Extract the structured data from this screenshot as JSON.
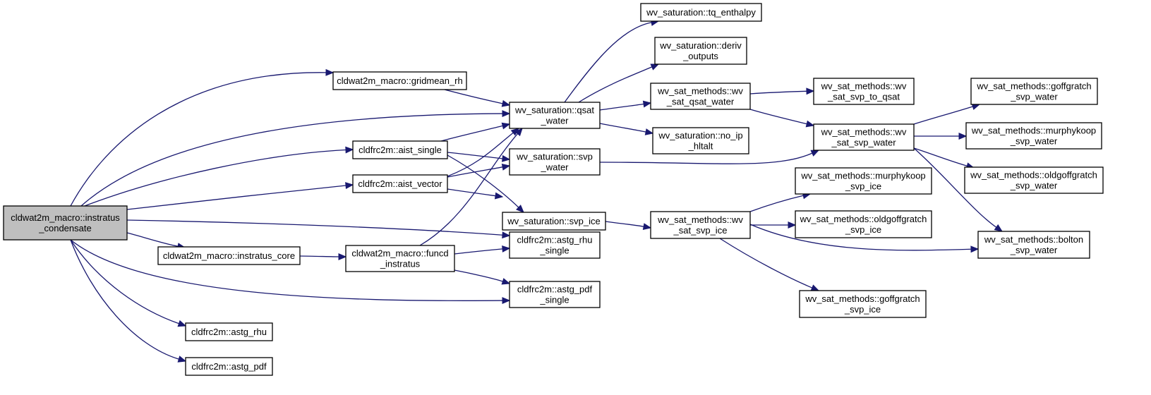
{
  "nodes": [
    {
      "id": "root",
      "lines": [
        "cldwat2m_macro::instratus",
        "_condensate"
      ],
      "highlighted": true
    },
    {
      "id": "gridmean_rh",
      "lines": [
        "cldwat2m_macro::gridmean_rh"
      ]
    },
    {
      "id": "aist_single",
      "lines": [
        "cldfrc2m::aist_single"
      ]
    },
    {
      "id": "aist_vector",
      "lines": [
        "cldfrc2m::aist_vector"
      ]
    },
    {
      "id": "instratus_core",
      "lines": [
        "cldwat2m_macro::instratus_core"
      ]
    },
    {
      "id": "funcd_instratus",
      "lines": [
        "cldwat2m_macro::funcd",
        "_instratus"
      ]
    },
    {
      "id": "astg_rhu",
      "lines": [
        "cldfrc2m::astg_rhu"
      ]
    },
    {
      "id": "astg_pdf",
      "lines": [
        "cldfrc2m::astg_pdf"
      ]
    },
    {
      "id": "qsat_water",
      "lines": [
        "wv_saturation::qsat",
        "_water"
      ]
    },
    {
      "id": "svp_water",
      "lines": [
        "wv_saturation::svp",
        "_water"
      ]
    },
    {
      "id": "svp_ice",
      "lines": [
        "wv_saturation::svp_ice"
      ]
    },
    {
      "id": "astg_rhu_single",
      "lines": [
        "cldfrc2m::astg_rhu",
        "_single"
      ]
    },
    {
      "id": "astg_pdf_single",
      "lines": [
        "cldfrc2m::astg_pdf",
        "_single"
      ]
    },
    {
      "id": "tq_enthalpy",
      "lines": [
        "wv_saturation::tq_enthalpy"
      ]
    },
    {
      "id": "deriv_outputs",
      "lines": [
        "wv_saturation::deriv",
        "_outputs"
      ]
    },
    {
      "id": "wv_sat_qsat_water",
      "lines": [
        "wv_sat_methods::wv",
        "_sat_qsat_water"
      ]
    },
    {
      "id": "no_ip_hltalt",
      "lines": [
        "wv_saturation::no_ip",
        "_hltalt"
      ]
    },
    {
      "id": "wv_sat_svp_ice",
      "lines": [
        "wv_sat_methods::wv",
        "_sat_svp_ice"
      ]
    },
    {
      "id": "wv_sat_svp_to_qsat",
      "lines": [
        "wv_sat_methods::wv",
        "_sat_svp_to_qsat"
      ]
    },
    {
      "id": "wv_sat_svp_water",
      "lines": [
        "wv_sat_methods::wv",
        "_sat_svp_water"
      ]
    },
    {
      "id": "murphykoop_svp_ice",
      "lines": [
        "wv_sat_methods::murphykoop",
        "_svp_ice"
      ]
    },
    {
      "id": "oldgoffgratch_svp_ice",
      "lines": [
        "wv_sat_methods::oldgoffgratch",
        "_svp_ice"
      ]
    },
    {
      "id": "goffgratch_svp_ice",
      "lines": [
        "wv_sat_methods::goffgratch",
        "_svp_ice"
      ]
    },
    {
      "id": "goffgratch_svp_water",
      "lines": [
        "wv_sat_methods::goffgratch",
        "_svp_water"
      ]
    },
    {
      "id": "murphykoop_svp_water",
      "lines": [
        "wv_sat_methods::murphykoop",
        "_svp_water"
      ]
    },
    {
      "id": "oldgoffgratch_svp_water",
      "lines": [
        "wv_sat_methods::oldgoffgratch",
        "_svp_water"
      ]
    },
    {
      "id": "bolton_svp_water",
      "lines": [
        "wv_sat_methods::bolton",
        "_svp_water"
      ]
    }
  ],
  "edges": [
    {
      "from": "root",
      "to": "gridmean_rh"
    },
    {
      "from": "root",
      "to": "qsat_water"
    },
    {
      "from": "root",
      "to": "aist_single"
    },
    {
      "from": "root",
      "to": "aist_vector"
    },
    {
      "from": "root",
      "to": "instratus_core"
    },
    {
      "from": "root",
      "to": "astg_rhu_single"
    },
    {
      "from": "root",
      "to": "astg_pdf_single"
    },
    {
      "from": "root",
      "to": "astg_rhu"
    },
    {
      "from": "root",
      "to": "astg_pdf"
    },
    {
      "from": "gridmean_rh",
      "to": "qsat_water"
    },
    {
      "from": "aist_single",
      "to": "qsat_water"
    },
    {
      "from": "aist_single",
      "to": "svp_water"
    },
    {
      "from": "aist_single",
      "to": "svp_ice"
    },
    {
      "from": "aist_vector",
      "to": "qsat_water"
    },
    {
      "from": "aist_vector",
      "to": "svp_water"
    },
    {
      "from": "aist_vector",
      "to": "svp_ice"
    },
    {
      "from": "instratus_core",
      "to": "funcd_instratus"
    },
    {
      "from": "funcd_instratus",
      "to": "qsat_water"
    },
    {
      "from": "funcd_instratus",
      "to": "astg_rhu_single"
    },
    {
      "from": "funcd_instratus",
      "to": "astg_pdf_single"
    },
    {
      "from": "qsat_water",
      "to": "tq_enthalpy"
    },
    {
      "from": "qsat_water",
      "to": "deriv_outputs"
    },
    {
      "from": "qsat_water",
      "to": "wv_sat_qsat_water"
    },
    {
      "from": "qsat_water",
      "to": "no_ip_hltalt"
    },
    {
      "from": "svp_water",
      "to": "wv_sat_svp_water"
    },
    {
      "from": "svp_ice",
      "to": "wv_sat_svp_ice"
    },
    {
      "from": "wv_sat_qsat_water",
      "to": "wv_sat_svp_to_qsat"
    },
    {
      "from": "wv_sat_qsat_water",
      "to": "wv_sat_svp_water"
    },
    {
      "from": "wv_sat_svp_water",
      "to": "goffgratch_svp_water"
    },
    {
      "from": "wv_sat_svp_water",
      "to": "murphykoop_svp_water"
    },
    {
      "from": "wv_sat_svp_water",
      "to": "oldgoffgratch_svp_water"
    },
    {
      "from": "wv_sat_svp_water",
      "to": "bolton_svp_water"
    },
    {
      "from": "wv_sat_svp_ice",
      "to": "murphykoop_svp_ice"
    },
    {
      "from": "wv_sat_svp_ice",
      "to": "oldgoffgratch_svp_ice"
    },
    {
      "from": "wv_sat_svp_ice",
      "to": "bolton_svp_water"
    },
    {
      "from": "wv_sat_svp_ice",
      "to": "goffgratch_svp_ice"
    }
  ],
  "colors": {
    "edge": "#191970",
    "node_fill": "#ffffff",
    "root_fill": "#bfbfbf",
    "border": "#000000"
  }
}
